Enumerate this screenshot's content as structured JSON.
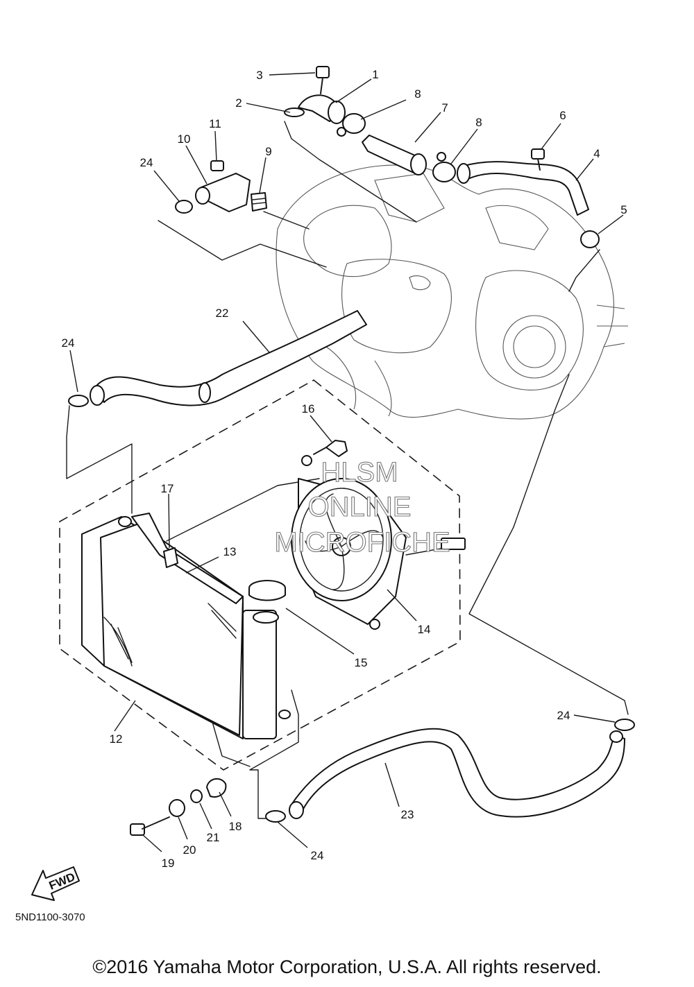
{
  "callouts": [
    {
      "id": "1",
      "text": "1"
    },
    {
      "id": "2",
      "text": "2"
    },
    {
      "id": "3",
      "text": "3"
    },
    {
      "id": "4",
      "text": "4"
    },
    {
      "id": "5",
      "text": "5"
    },
    {
      "id": "6",
      "text": "6"
    },
    {
      "id": "7",
      "text": "7"
    },
    {
      "id": "8a",
      "text": "8"
    },
    {
      "id": "8b",
      "text": "8"
    },
    {
      "id": "9",
      "text": "9"
    },
    {
      "id": "10",
      "text": "10"
    },
    {
      "id": "11",
      "text": "11"
    },
    {
      "id": "12",
      "text": "12"
    },
    {
      "id": "13",
      "text": "13"
    },
    {
      "id": "14",
      "text": "14"
    },
    {
      "id": "15",
      "text": "15"
    },
    {
      "id": "16",
      "text": "16"
    },
    {
      "id": "17",
      "text": "17"
    },
    {
      "id": "18",
      "text": "18"
    },
    {
      "id": "19",
      "text": "19"
    },
    {
      "id": "20",
      "text": "20"
    },
    {
      "id": "21",
      "text": "21"
    },
    {
      "id": "22",
      "text": "22"
    },
    {
      "id": "23",
      "text": "23"
    },
    {
      "id": "24a",
      "text": "24"
    },
    {
      "id": "24b",
      "text": "24"
    },
    {
      "id": "24c",
      "text": "24"
    },
    {
      "id": "24d",
      "text": "24"
    }
  ],
  "watermark": {
    "line1": "HLSM",
    "line2": "ONLINE",
    "line3": "MICROFICHE"
  },
  "fwd_label": "FWD",
  "diagram_code": "5ND1100-3070",
  "copyright": "©2016 Yamaha Motor Corporation, U.S.A. All rights reserved."
}
